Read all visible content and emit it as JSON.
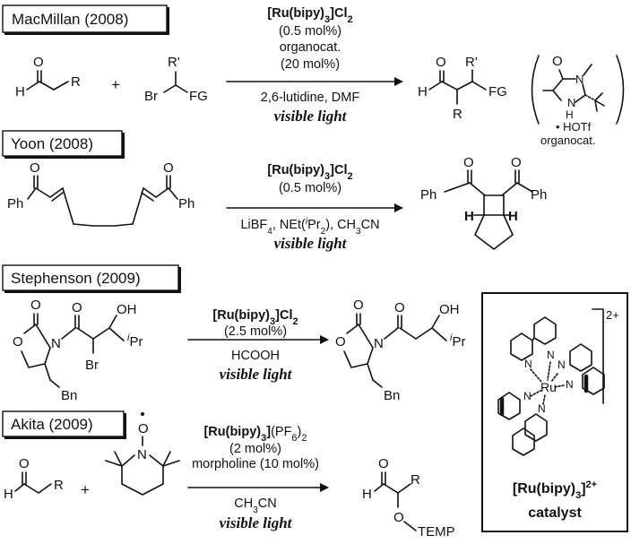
{
  "sections": [
    {
      "author": "MacMillan (2008)",
      "catalyst": "[Ru(bipy)3]Cl2",
      "loading": "(0.5 mol%)",
      "extra1": "organocat.",
      "extra2": "(20 mol%)",
      "conditions": "2,6-lutidine, DMF",
      "light": "visible light",
      "subst": {
        "R": "R",
        "Rp": "R'",
        "Br": "Br",
        "FG": "FG",
        "H": "H",
        "O": "O",
        "plus": "+"
      },
      "organocat": {
        "label": "organocat.",
        "salt": "• HOTf",
        "N": "N",
        "NH": "H",
        "Nn": "N"
      }
    },
    {
      "author": "Yoon (2008)",
      "catalyst": "[Ru(bipy)3]Cl2",
      "loading": "(0.5 mol%)",
      "conditions": "LiBF4, NEt(iPr2), CH3CN",
      "light": "visible light",
      "subst": {
        "Ph": "Ph",
        "O": "O",
        "H": "H"
      }
    },
    {
      "author": "Stephenson (2009)",
      "catalyst": "[Ru(bipy)3]Cl2",
      "loading": "(2.5 mol%)",
      "conditions": "HCOOH",
      "light": "visible light",
      "subst": {
        "O": "O",
        "N": "N",
        "OH": "OH",
        "iPr": "Pr",
        "i": "i",
        "Br": "Br",
        "Bn": "Bn"
      }
    },
    {
      "author": "Akita (2009)",
      "catalyst": "[Ru(bipy)3](PF6)2",
      "loading": "(2 mol%)",
      "extra1": "morpholine (10 mol%)",
      "conditions": "CH3CN",
      "light": "visible light",
      "subst": {
        "H": "H",
        "R": "R",
        "O": "O",
        "N": "N",
        "TEMP": "O–TEMP",
        "plus": "+"
      }
    }
  ],
  "catalyst_box": {
    "charge": "2+",
    "metal": "Ru",
    "N": "N",
    "formula": "[Ru(bipy)3]",
    "formula_charge": "2+",
    "label": "catalyst"
  }
}
